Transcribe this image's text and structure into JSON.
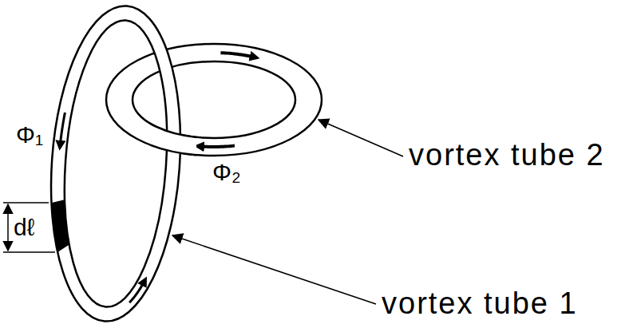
{
  "diagram": {
    "labels": [
      "Φ₁",
      "vortex tube 2",
      "Φ₂",
      "dℓ",
      "vortex tube 1"
    ]
  }
}
